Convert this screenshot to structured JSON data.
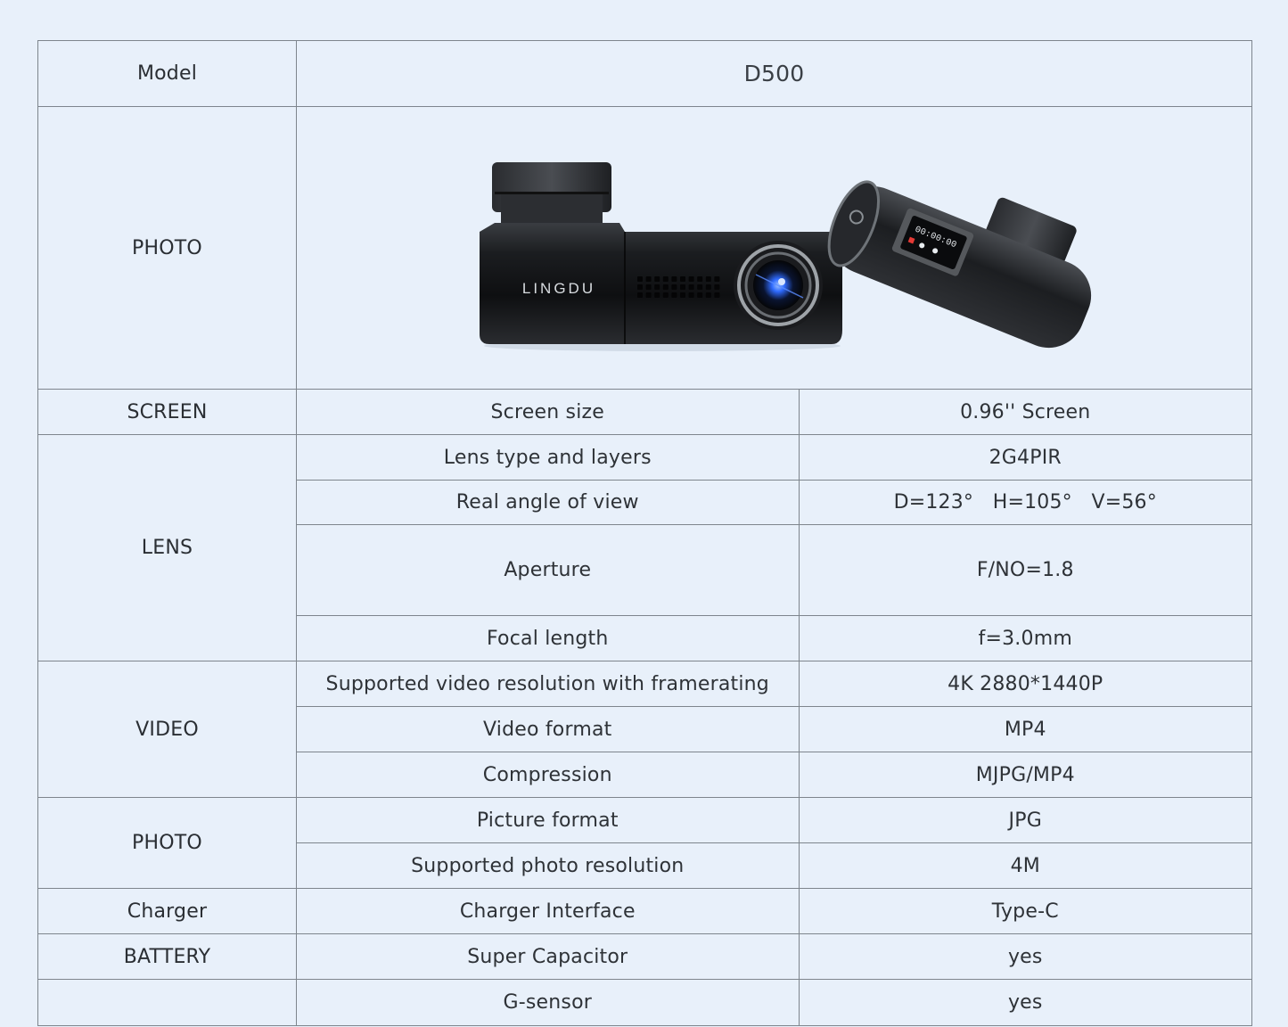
{
  "table": {
    "model": {
      "label": "Model",
      "value": "D500"
    },
    "photo": {
      "label": "PHOTO",
      "brand_text": "LINGDU",
      "display_time": "00:00:00"
    },
    "sections": [
      {
        "category": "SCREEN",
        "rows": [
          {
            "spec": "Screen size",
            "value": "0.96'' Screen"
          }
        ]
      },
      {
        "category": "LENS",
        "rows": [
          {
            "spec": "Lens type and layers",
            "value": "2G4PIR"
          },
          {
            "spec": "Real angle of view",
            "value": "D=123°   H=105°   V=56°"
          },
          {
            "spec": "Aperture",
            "value": "F/NO=1.8"
          },
          {
            "spec": "Focal length",
            "value": "f=3.0mm"
          }
        ]
      },
      {
        "category": "VIDEO",
        "rows": [
          {
            "spec": "Supported video resolution with framerating",
            "value": "4K 2880*1440P"
          },
          {
            "spec": "Video format",
            "value": "MP4"
          },
          {
            "spec": "Compression",
            "value": "MJPG/MP4"
          }
        ]
      },
      {
        "category": "PHOTO",
        "rows": [
          {
            "spec": "Picture format",
            "value": "JPG"
          },
          {
            "spec": "Supported photo resolution",
            "value": "4M"
          }
        ]
      },
      {
        "category": "Charger",
        "rows": [
          {
            "spec": "Charger Interface",
            "value": "Type-C"
          }
        ]
      },
      {
        "category": "BATTERY",
        "rows": [
          {
            "spec": "Super Capacitor",
            "value": "yes"
          }
        ]
      },
      {
        "category": "",
        "rows": [
          {
            "spec": "G-sensor",
            "value": "yes"
          }
        ]
      }
    ]
  },
  "colors": {
    "background": "#E8F0FA",
    "border": "#7E858D",
    "text": "#2E3237",
    "lens_accent": "#2F6BFF"
  }
}
